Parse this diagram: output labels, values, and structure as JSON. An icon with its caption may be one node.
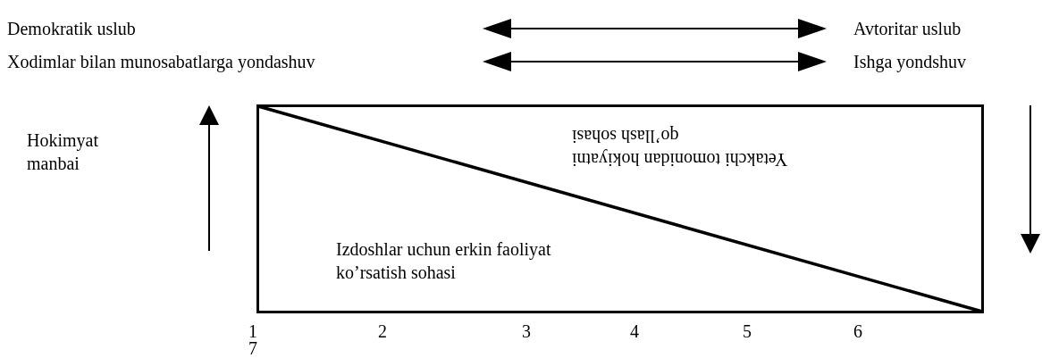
{
  "diagram": {
    "nodes": [
      {
        "text": [
          "Yetakchi tomonidan hokiyatni qo’llash sohasi",
          "Izdoshlar uchun erkin faoliyat ko’rsatish sohasi"
        ]
      }
    ],
    "labels": [
      "Demokratik uslub",
      "Xodimlar bilan munosabatlarga yondashuv",
      "Avtoritar uslub",
      "Ishga yondshuv",
      "Hokimyat manbai",
      "1",
      "2",
      "3",
      "4",
      "5",
      "6",
      "7"
    ]
  }
}
